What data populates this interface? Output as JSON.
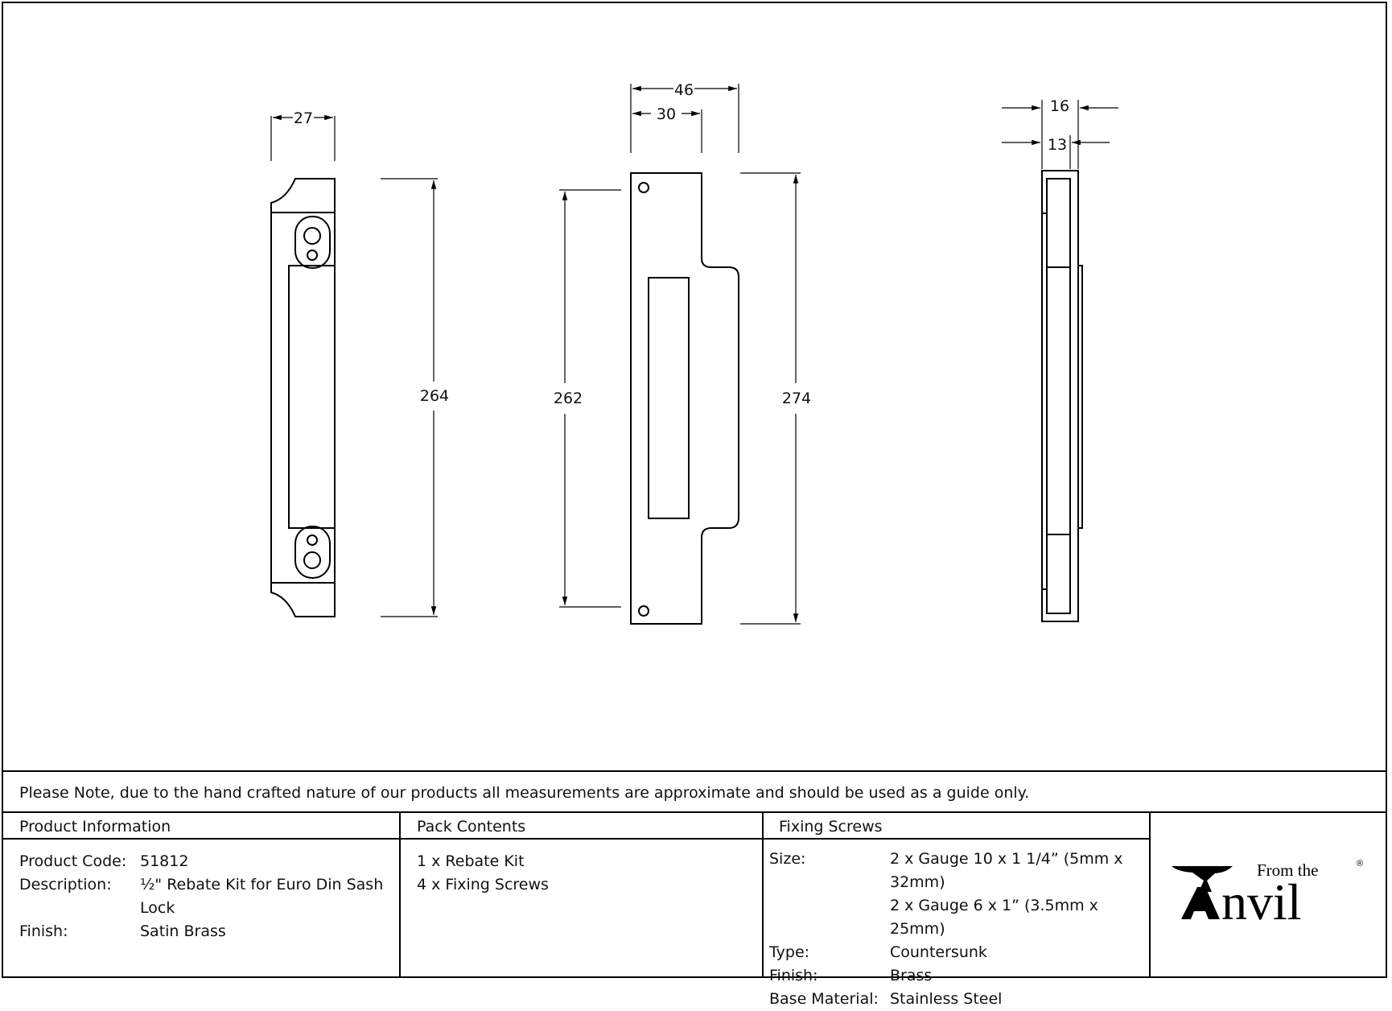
{
  "dimensions": {
    "front_width": "27",
    "front_height": "264",
    "plate_width_total": "46",
    "plate_width_inner": "30",
    "plate_fixing_centres": "262",
    "plate_height": "274",
    "side_depth_total": "16",
    "side_depth_inner": "13"
  },
  "note": "Please Note, due to the hand crafted nature of our products all measurements are approximate and should be used as a guide only.",
  "product_information": {
    "heading": "Product Information",
    "rows": [
      {
        "label": "Product Code:",
        "value": "51812"
      },
      {
        "label": "Description:",
        "value": "½\" Rebate Kit for Euro Din Sash"
      },
      {
        "label": "",
        "value": "Lock"
      },
      {
        "label": "Finish:",
        "value": "Satin Brass"
      }
    ]
  },
  "pack_contents": {
    "heading": "Pack Contents",
    "items": [
      "1 x Rebate Kit",
      "4 x Fixing Screws"
    ]
  },
  "fixing_screws": {
    "heading": "Fixing Screws",
    "rows": [
      {
        "label": "Size:",
        "value": "2 x Gauge 10 x 1 1/4” (5mm x 32mm)"
      },
      {
        "label": "",
        "value": "2 x Gauge 6 x 1” (3.5mm x 25mm)"
      },
      {
        "label": "Type:",
        "value": "Countersunk"
      },
      {
        "label": "Finish:",
        "value": "Brass"
      },
      {
        "label": "Base Material:",
        "value": "Stainless Steel"
      }
    ]
  },
  "logo": {
    "small_text": "From the",
    "large_text": "nvil",
    "mark": "®"
  }
}
